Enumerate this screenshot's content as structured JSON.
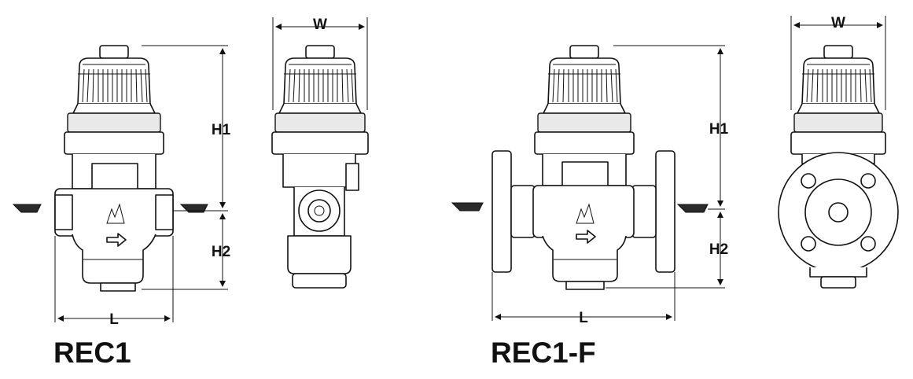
{
  "labels": {
    "width": "W",
    "height_upper": "H1",
    "height_lower": "H2",
    "length": "L"
  },
  "models": {
    "threaded": "REC1",
    "flanged": "REC1-F"
  }
}
